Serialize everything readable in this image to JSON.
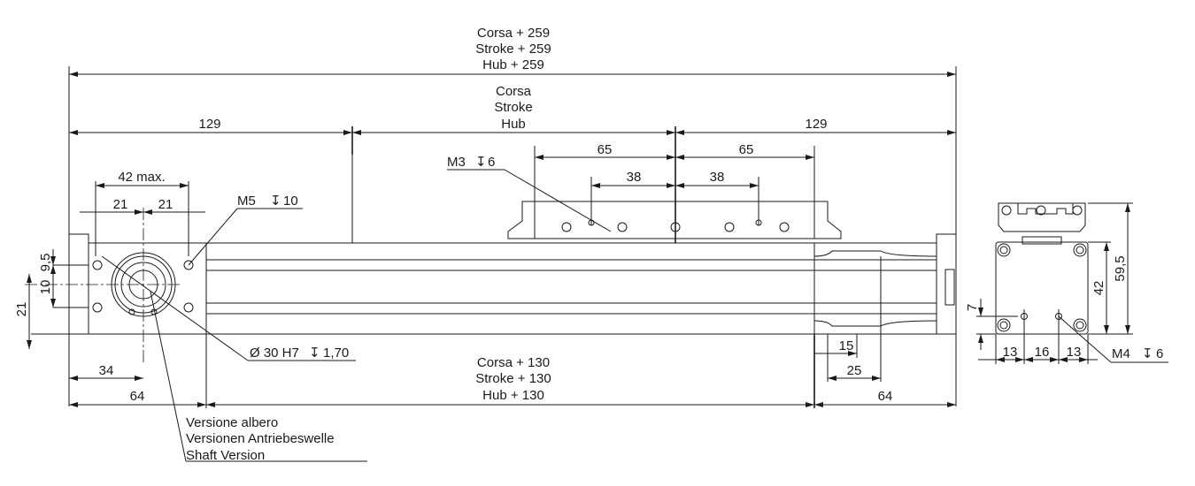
{
  "overall": {
    "line1": "Corsa + 259",
    "line2": "Stroke + 259",
    "line3": "Hub + 259"
  },
  "stroke": {
    "line1": "Corsa",
    "line2": "Stroke",
    "line3": "Hub"
  },
  "end_left": "129",
  "end_right": "129",
  "carriage": {
    "outer_left": "65",
    "outer_right": "65",
    "inner_left": "38",
    "inner_right": "38",
    "thread": "M3",
    "depth_symbol": "↧",
    "depth": "6"
  },
  "flange": {
    "width": "42 max.",
    "half_left": "21",
    "half_right": "21",
    "thread": "M5",
    "depth": "10",
    "v1": "9,5",
    "v2": "10",
    "v3": "21",
    "bore": "Ø 30 H7",
    "bore_depth": "1,70",
    "offset": "34",
    "end": "64"
  },
  "bottom": {
    "line1": "Corsa + 130",
    "line2": "Stroke + 130",
    "line3": "Hub + 130",
    "end_right": "64",
    "d15": "15",
    "d25": "25"
  },
  "shaft_note": {
    "line1": "Versione albero",
    "line2": "Versionen Antriebeswelle",
    "line3": "Shaft Version"
  },
  "side_view": {
    "h1": "59,5",
    "h2": "42",
    "v": "7",
    "w1": "13",
    "w2": "16",
    "w3": "13",
    "thread": "M4",
    "depth": "6"
  }
}
